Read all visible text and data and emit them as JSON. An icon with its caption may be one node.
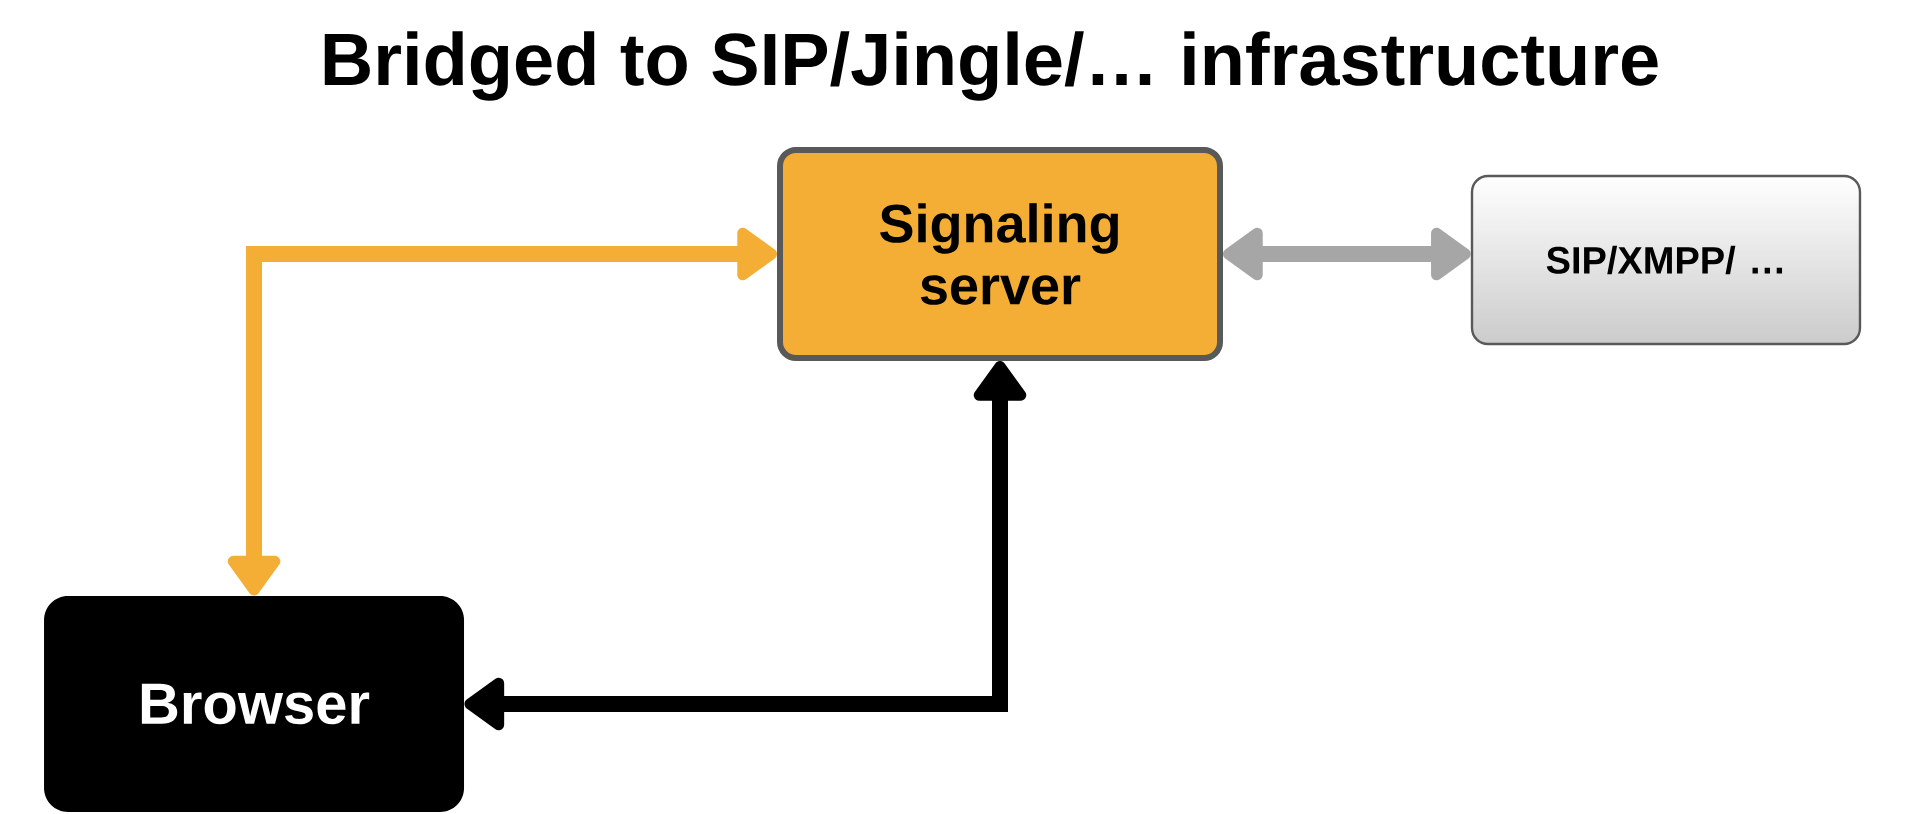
{
  "diagram": {
    "title": "Bridged to SIP/Jingle/… infrastructure",
    "nodes": [
      {
        "text": [
          "Signaling server"
        ]
      },
      {
        "text": [
          "SIP/XMPP/ …"
        ]
      },
      {
        "text": [
          "Browser"
        ]
      }
    ],
    "edges": [
      {
        "from": 0,
        "to": 2,
        "arrow": "both",
        "color": "#f5ae35"
      },
      {
        "from": 0,
        "to": 1,
        "arrow": "both",
        "color": "#a6a6a6"
      },
      {
        "from": 2,
        "to": 0,
        "arrow": "both",
        "color": "#000000"
      }
    ]
  }
}
